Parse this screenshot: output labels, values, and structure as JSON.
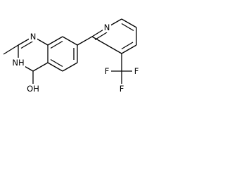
{
  "atoms": {
    "n1": "N",
    "n3": "NH",
    "oh": "OH",
    "pyridine_n": "N",
    "f_left": "F",
    "f_mid": "F",
    "f_right": "F"
  }
}
